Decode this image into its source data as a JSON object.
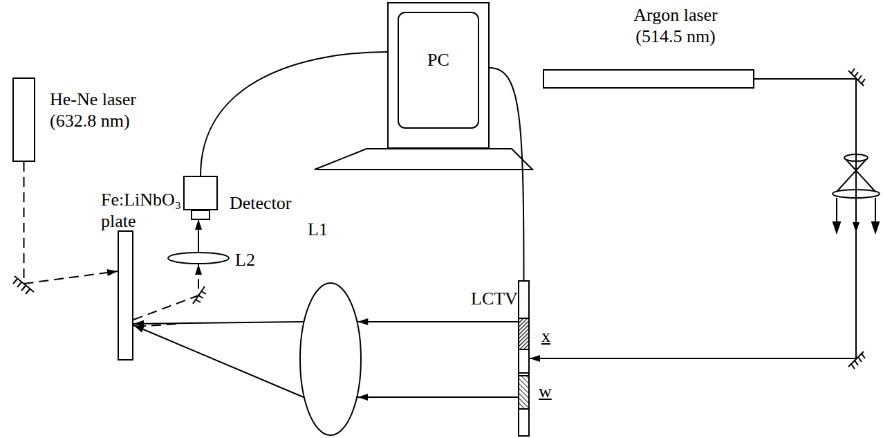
{
  "diagram": {
    "nodes": [
      {
        "text": [
          "He-Ne laser (632.8 nm)"
        ]
      },
      {
        "text": [
          "PC"
        ]
      },
      {
        "text": [
          "Argon laser (514.5 nm)"
        ]
      },
      {
        "text": [
          "Detector"
        ]
      },
      {
        "text": [
          "Fe:LiNbO₃ plate"
        ]
      },
      {
        "text": [
          "L1"
        ]
      },
      {
        "text": [
          "L2"
        ]
      },
      {
        "text": [
          "LCTV"
        ]
      }
    ],
    "edges": [
      {
        "from": 1,
        "to": 3,
        "arrow": "none"
      },
      {
        "from": 1,
        "to": 7,
        "arrow": "none"
      },
      {
        "from": 2,
        "to": 7,
        "arrow": "to"
      },
      {
        "from": 7,
        "to": 5,
        "arrow": "to"
      },
      {
        "from": 5,
        "to": 4,
        "arrow": "to"
      },
      {
        "from": 0,
        "to": 4,
        "arrow": "to"
      },
      {
        "from": 4,
        "to": 6,
        "arrow": "to"
      },
      {
        "from": 6,
        "to": 3,
        "arrow": "to"
      }
    ],
    "labels": [
      "x",
      "w"
    ]
  }
}
